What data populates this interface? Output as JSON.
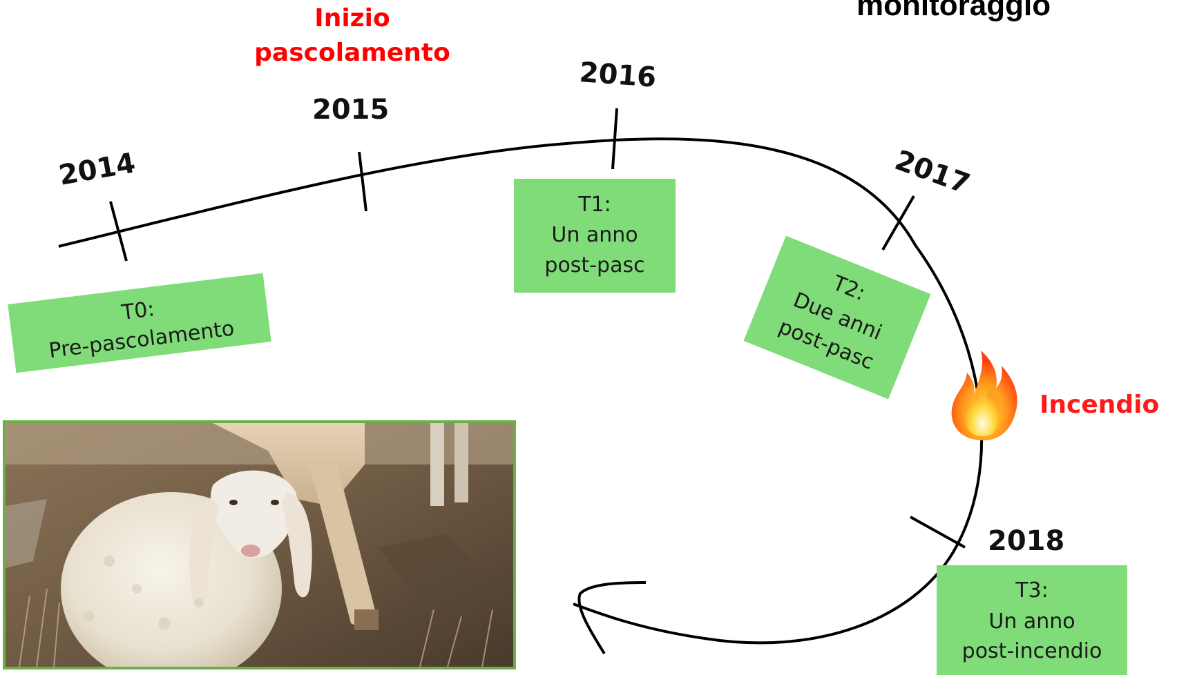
{
  "header": {
    "title_fragment": "monitoraggio"
  },
  "start_event": {
    "line1": "Inizio",
    "line2": "pascolamento"
  },
  "years": [
    "2014",
    "2015",
    "2016",
    "2017",
    "2018"
  ],
  "stages": [
    {
      "line1": "T0:",
      "line2": "Pre-pascolamento",
      "line3": ""
    },
    {
      "line1": "T1:",
      "line2": "Un anno",
      "line3": "post-pasc"
    },
    {
      "line1": "T2:",
      "line2": "Due anni",
      "line3": "post-pasc"
    },
    {
      "line1": "T3:",
      "line2": "Un anno",
      "line3": "post-incendio"
    }
  ],
  "fire_event": {
    "label": "Incendio",
    "icon": "fire-icon"
  },
  "photo": {
    "subject": "sheep-photo"
  },
  "colors": {
    "stage_box": "#7fdc78",
    "event_text": "#ff0000",
    "timeline": "#000000",
    "photo_border": "#6ab046"
  }
}
